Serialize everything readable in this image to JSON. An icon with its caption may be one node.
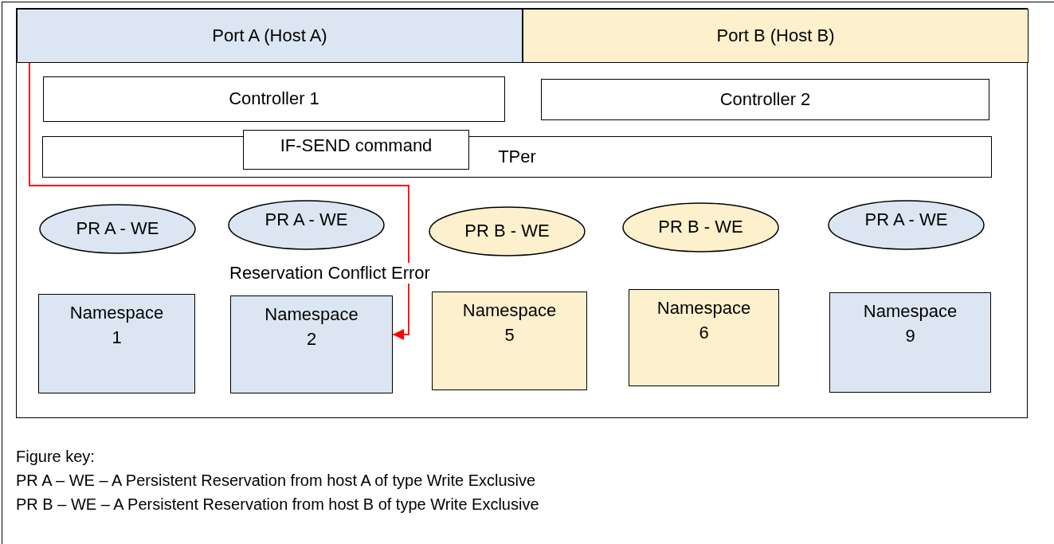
{
  "diagram": {
    "nodes": [
      {
        "text": [],
        "shape": "box"
      },
      {
        "text": [
          "Port A (Host A)"
        ],
        "in": 0
      },
      {
        "text": [
          "Port B (Host B)"
        ],
        "in": 0
      },
      {
        "text": [
          "Controller 1"
        ],
        "in": 0
      },
      {
        "text": [
          "Controller 2"
        ],
        "in": 0
      },
      {
        "text": [
          "TPer"
        ],
        "in": 0
      },
      {
        "text": [
          "IF-SEND command"
        ],
        "in": 0
      },
      {
        "text": [
          "PR A - WE"
        ],
        "in": 0
      },
      {
        "text": [
          "PR A - WE"
        ],
        "in": 0
      },
      {
        "text": [
          "PR B - WE"
        ],
        "in": 0
      },
      {
        "text": [
          "PR B - WE"
        ],
        "in": 0
      },
      {
        "text": [
          "PR A - WE"
        ],
        "in": 0
      },
      {
        "text": [
          "Namespace 1"
        ],
        "in": 0
      },
      {
        "text": [
          "Namespace 2"
        ],
        "in": 0
      },
      {
        "text": [
          "Namespace 5"
        ],
        "in": 0
      },
      {
        "text": [
          "Namespace 6"
        ],
        "in": 0
      },
      {
        "text": [
          "Namespace 9"
        ],
        "in": 0
      }
    ],
    "edges": [
      {
        "from": 1,
        "to": 13,
        "arrow": "to",
        "color": "#ff0000"
      }
    ],
    "labels": [
      "Reservation Conflict Error",
      "Figure key:",
      "PR A – WE – A Persistent Reservation from host A of type Write Exclusive",
      "PR B – WE – A Persistent Reservation from host B of type Write Exclusive"
    ]
  }
}
